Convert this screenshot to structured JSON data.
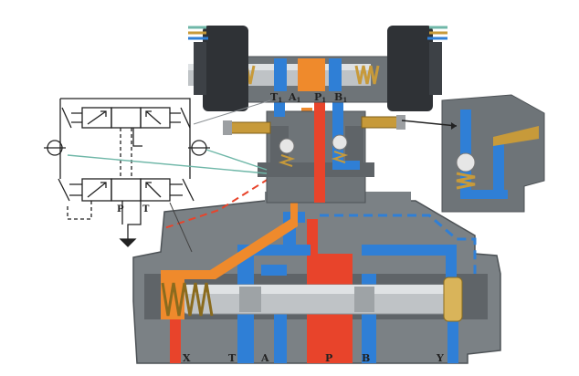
{
  "colors": {
    "housing_dark": "#5f6468",
    "housing_mid": "#7b8185",
    "housing_light": "#8e9498",
    "pilot_body": "#6e7478",
    "solenoid": "#2f3236",
    "pressure": "#e8442b",
    "tank": "#2f7fd6",
    "pilot_oil": "#ef8a2c",
    "spool": "#bfc3c6",
    "spring": "#c79a3a",
    "ball": "#e6e6e6",
    "symbol_line": "#222222",
    "leader_teal": "#6fb7a8"
  },
  "pilot_labels": [
    "T",
    "A",
    "P",
    "B"
  ],
  "pilot_subscript": "1",
  "port_labels": [
    "X",
    "T",
    "A",
    "P",
    "B",
    "Y"
  ],
  "symbol_labels": {
    "p": "P",
    "t": "T"
  }
}
